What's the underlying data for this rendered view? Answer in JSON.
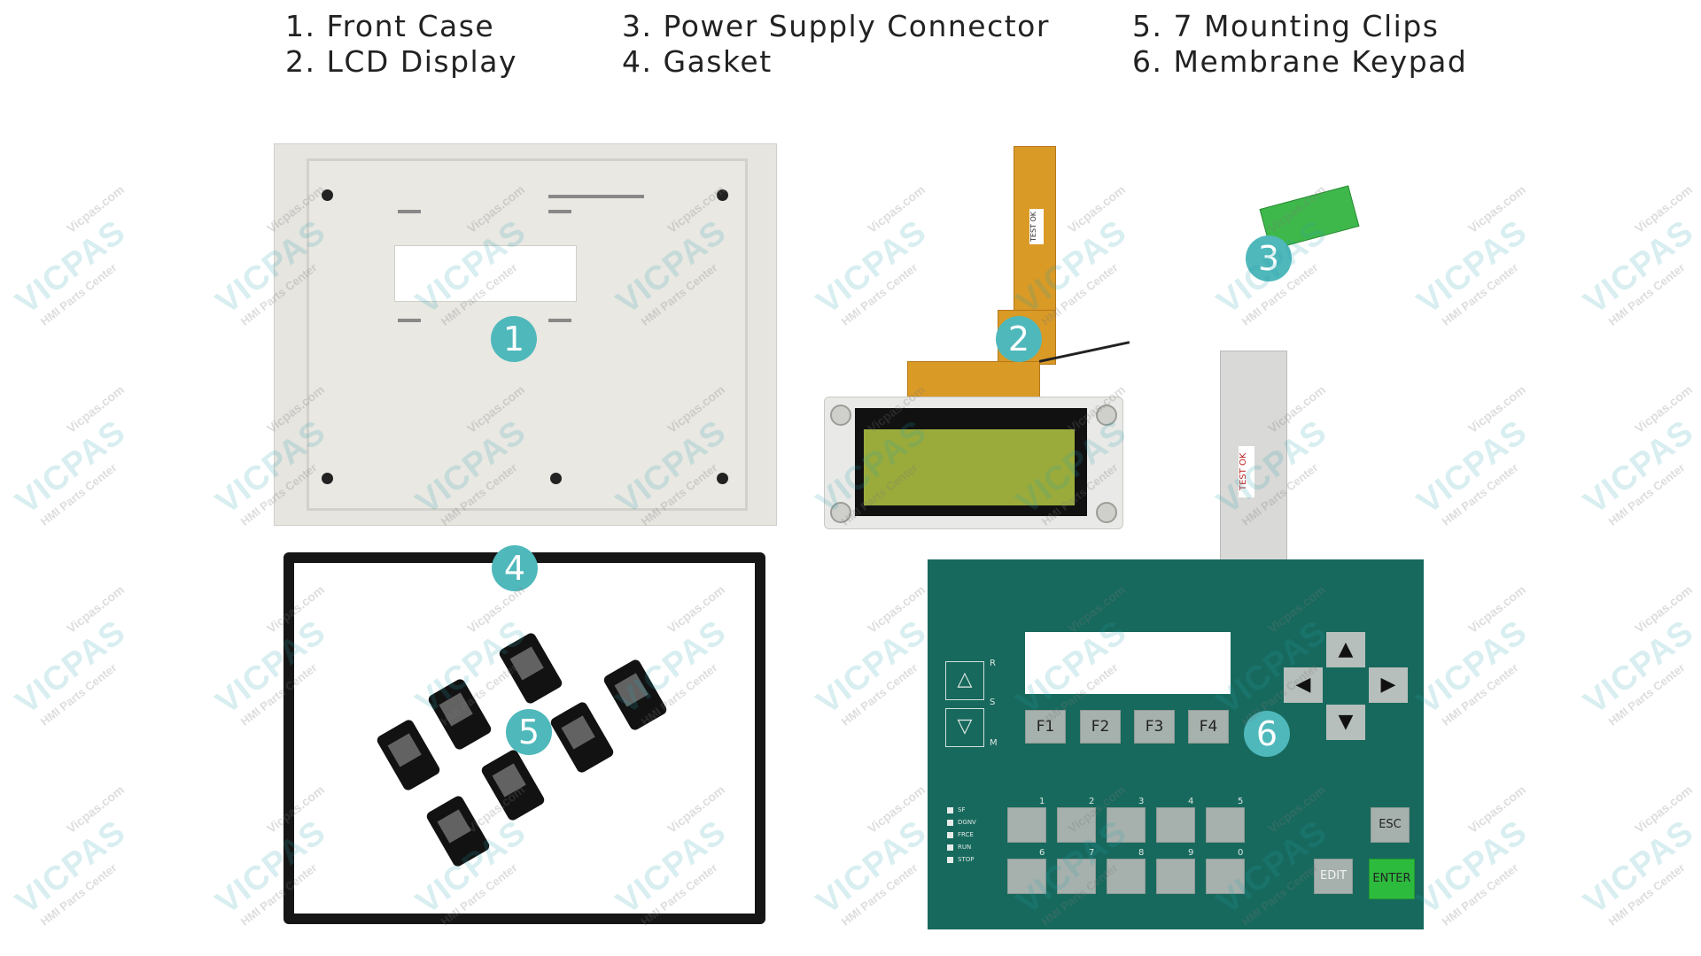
{
  "legend": [
    {
      "num": "1.",
      "label": "Front Case"
    },
    {
      "num": "2.",
      "label": "LCD Display"
    },
    {
      "num": "3.",
      "label": "Power Supply Connector"
    },
    {
      "num": "4.",
      "label": "Gasket"
    },
    {
      "num": "5.",
      "label": "7 Mounting Clips"
    },
    {
      "num": "6.",
      "label": "Membrane Keypad"
    }
  ],
  "badges": [
    "1",
    "2",
    "3",
    "4",
    "5",
    "6"
  ],
  "watermark": {
    "brand": "VICPAS",
    "sub": "HMI Parts Center",
    "url": "Vicpas.com"
  },
  "labels": {
    "test_ok": "TEST OK"
  },
  "keypad": {
    "fkeys": [
      "F1",
      "F2",
      "F3",
      "F4"
    ],
    "nav": [
      "▲",
      "◀",
      "▶",
      "▼"
    ],
    "top_numbers": [
      "1",
      "2",
      "3",
      "4",
      "5"
    ],
    "bottom_numbers": [
      "6",
      "7",
      "8",
      "9",
      "0"
    ],
    "side_labels": [
      "R",
      "S",
      "M"
    ],
    "leds": [
      "SF",
      "DGNV",
      "FRCE",
      "RUN",
      "STOP"
    ],
    "esc": "ESC",
    "edit": "EDIT",
    "enter": "ENTER"
  },
  "colors": {
    "badge": "#4fb8bb",
    "keypad": "#17695d",
    "connector": "#3fb84b",
    "enter": "#2dbb3e"
  }
}
